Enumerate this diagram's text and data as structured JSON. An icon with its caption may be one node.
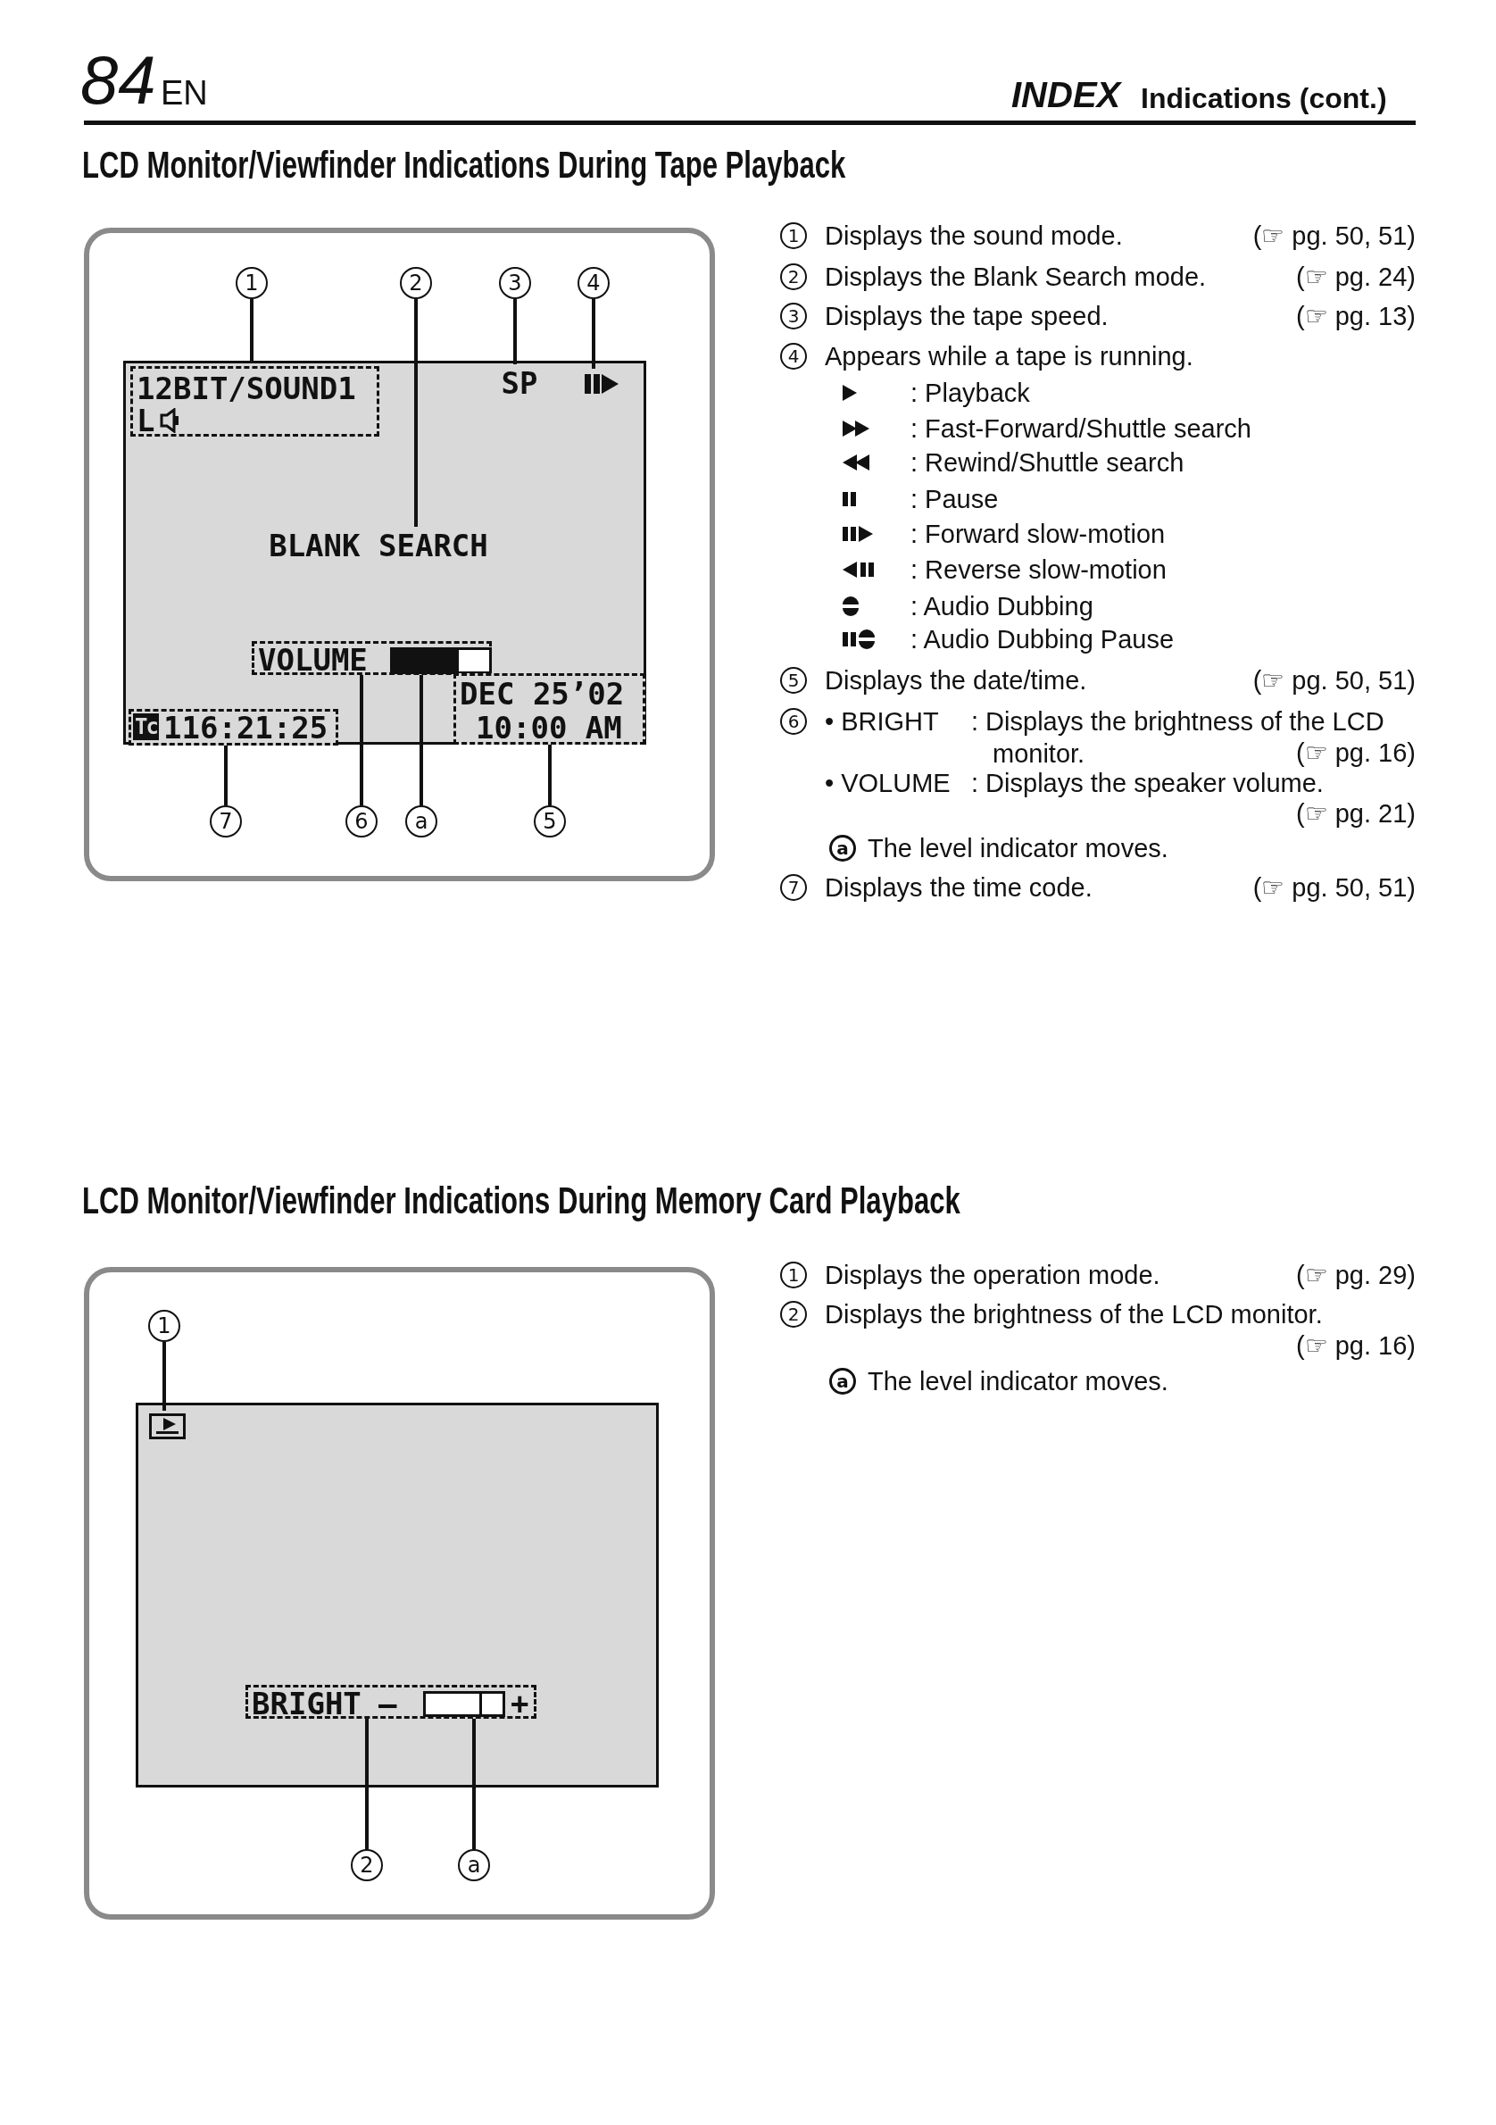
{
  "diagram": {
    "nodes": [
      {
        "text": [
          "1"
        ]
      },
      {
        "text": [
          "2"
        ]
      },
      {
        "text": [
          "3"
        ]
      },
      {
        "text": [
          "4"
        ]
      },
      {
        "text": [],
        "shape": "box"
      },
      {
        "text": [
          "12BIT/SOUND1",
          "L"
        ],
        "in": 4
      },
      {
        "text": [
          "SP"
        ],
        "in": 4
      },
      {
        "text": [],
        "shape": "icon",
        "in": 4
      },
      {
        "text": [
          "BLANK SEARCH"
        ],
        "in": 4
      },
      {
        "text": [
          "VOLUME"
        ],
        "in": 4
      },
      {
        "text": [],
        "shape": "bar",
        "in": 9
      },
      {
        "text": [
          "DEC 25’02",
          "10:00 AM"
        ],
        "in": 4
      },
      {
        "text": [
          "Tc",
          "116:21:25"
        ],
        "in": 4
      },
      {
        "text": [
          "7"
        ]
      },
      {
        "text": [
          "6"
        ]
      },
      {
        "text": [
          "a"
        ]
      },
      {
        "text": [
          "5"
        ]
      },
      {
        "text": [
          "1"
        ]
      },
      {
        "text": [],
        "shape": "box"
      },
      {
        "text": [],
        "shape": "icon",
        "in": 18
      },
      {
        "text": [
          "BRIGHT",
          "–",
          "+"
        ],
        "in": 18
      },
      {
        "text": [],
        "shape": "bar",
        "in": 20
      },
      {
        "text": [
          "2"
        ]
      },
      {
        "text": [
          "a"
        ]
      }
    ],
    "edges": [
      {
        "from": 0,
        "to": 5,
        "arrow": "none"
      },
      {
        "from": 1,
        "to": 8,
        "arrow": "none"
      },
      {
        "from": 2,
        "to": 6,
        "arrow": "none"
      },
      {
        "from": 3,
        "to": 7,
        "arrow": "none"
      },
      {
        "from": 13,
        "to": 12,
        "arrow": "none"
      },
      {
        "from": 14,
        "to": 9,
        "arrow": "none"
      },
      {
        "from": 15,
        "to": 10,
        "arrow": "none"
      },
      {
        "from": 16,
        "to": 11,
        "arrow": "none"
      },
      {
        "from": 17,
        "to": 19,
        "arrow": "none"
      },
      {
        "from": 22,
        "to": 20,
        "arrow": "none"
      },
      {
        "from": 23,
        "to": 21,
        "arrow": "none"
      }
    ],
    "labels": [
      "84",
      "EN",
      "INDEX",
      "Indications (cont.)",
      "LCD Monitor/Viewfinder Indications During Tape Playback",
      "1",
      "Displays the sound mode.",
      "(☞ pg. 50, 51)",
      "2",
      "Displays the Blank Search mode.",
      "(☞ pg. 24)",
      "3",
      "Displays the tape speed.",
      "(☞ pg. 13)",
      "4",
      "Appears while a tape is running.",
      ": Playback",
      ": Fast-Forward/Shuttle search",
      ": Rewind/Shuttle search",
      ": Pause",
      ": Forward slow-motion",
      ": Reverse slow-motion",
      ": Audio Dubbing",
      ": Audio Dubbing Pause",
      "5",
      "Displays the date/time.",
      "(☞ pg. 50, 51)",
      "6",
      "• BRIGHT",
      ": Displays the brightness of the LCD monitor.",
      "(☞ pg. 16)",
      "• VOLUME",
      ": Displays the speaker volume.",
      "(☞ pg. 21)",
      "a",
      "The level indicator moves.",
      "7",
      "Displays the time code.",
      "(☞ pg. 50, 51)",
      "LCD Monitor/Viewfinder Indications During Memory Card Playback",
      "1",
      "Displays the operation mode.",
      "(☞ pg. 29)",
      "2",
      "Displays the brightness of the LCD monitor.",
      "(☞ pg. 16)",
      "a",
      "The level indicator moves."
    ]
  }
}
